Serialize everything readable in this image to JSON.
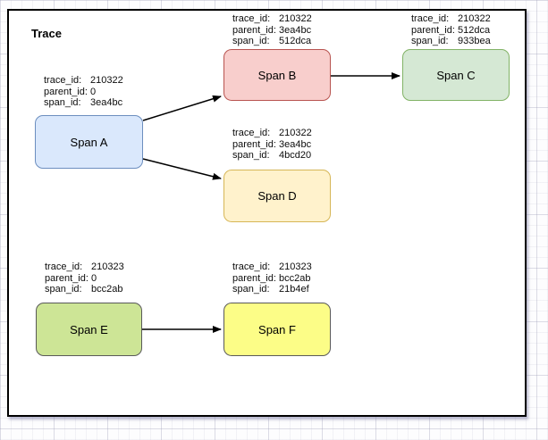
{
  "diagram": {
    "title": "Trace",
    "field_labels": {
      "trace_id": "trace_id:",
      "parent_id": "parent_id:",
      "span_id": "span_id:"
    },
    "spans": [
      {
        "name": "Span A",
        "trace_id": "210322",
        "parent_id": "0",
        "span_id": "3ea4bc",
        "fill": "#dae8fc",
        "stroke": "#6c8ebf"
      },
      {
        "name": "Span B",
        "trace_id": "210322",
        "parent_id": "3ea4bc",
        "span_id": "512dca",
        "fill": "#f8cecc",
        "stroke": "#b85450"
      },
      {
        "name": "Span C",
        "trace_id": "210322",
        "parent_id": "512dca",
        "span_id": "933bea",
        "fill": "#d5e8d4",
        "stroke": "#82b366"
      },
      {
        "name": "Span D",
        "trace_id": "210322",
        "parent_id": "3ea4bc",
        "span_id": "4bcd20",
        "fill": "#fff2cc",
        "stroke": "#d6b656"
      },
      {
        "name": "Span E",
        "trace_id": "210323",
        "parent_id": "0",
        "span_id": "bcc2ab",
        "fill": "#cde596",
        "stroke": "#595959"
      },
      {
        "name": "Span F",
        "trace_id": "210323",
        "parent_id": "bcc2ab",
        "span_id": "21b4ef",
        "fill": "#fcfd87",
        "stroke": "#595959"
      }
    ],
    "edges": [
      {
        "from": "Span A",
        "to": "Span B"
      },
      {
        "from": "Span A",
        "to": "Span D"
      },
      {
        "from": "Span B",
        "to": "Span C"
      },
      {
        "from": "Span E",
        "to": "Span F"
      }
    ],
    "arrow_color": "#000000"
  }
}
